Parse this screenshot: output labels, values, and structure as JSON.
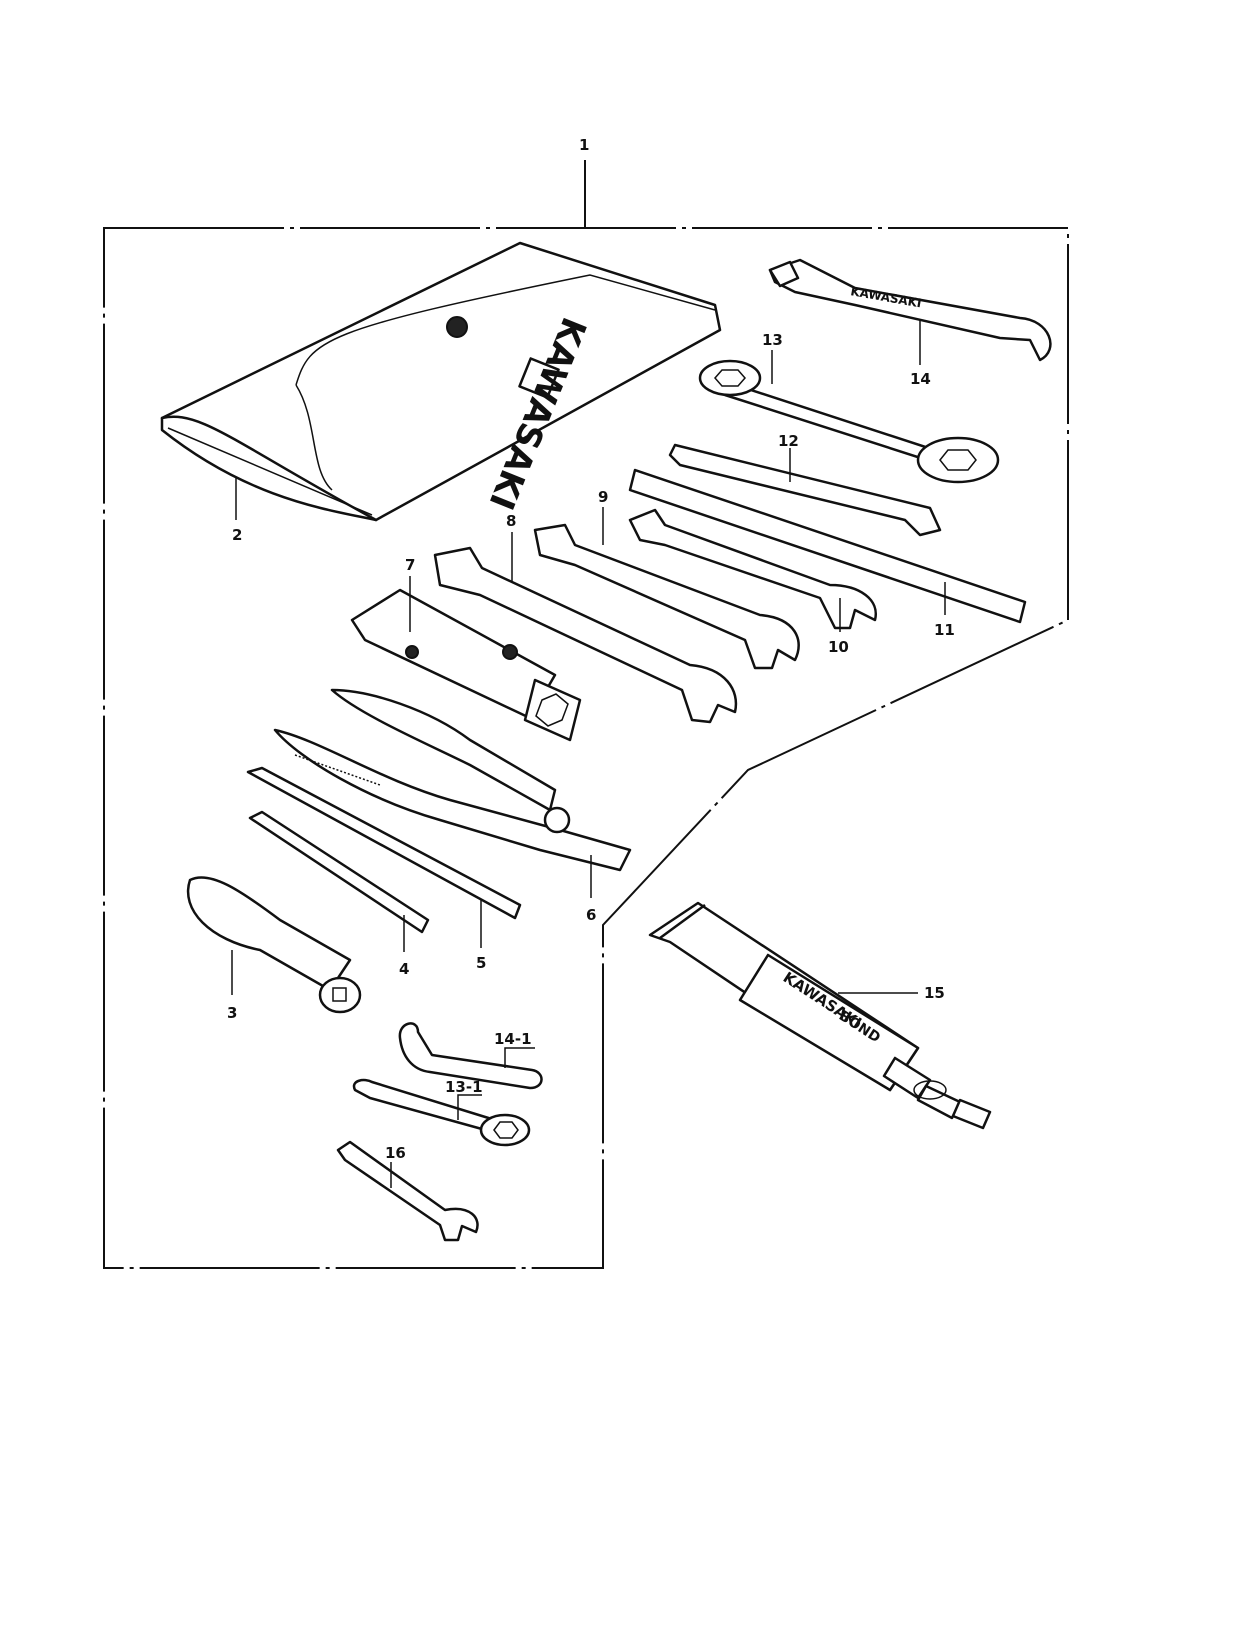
{
  "callouts": {
    "c1": "1",
    "c2": "2",
    "c3": "3",
    "c4": "4",
    "c5": "5",
    "c6": "6",
    "c7": "7",
    "c8": "8",
    "c9": "9",
    "c10": "10",
    "c11": "11",
    "c12": "12",
    "c13": "13",
    "c14": "14",
    "c15": "15",
    "c16": "16",
    "c14_1": "14-1",
    "c13_1": "13-1"
  },
  "markings": {
    "pouch_brand": "KAWASAKI",
    "tube_brand": "KAWASAKI",
    "tube_product": "BOND"
  }
}
